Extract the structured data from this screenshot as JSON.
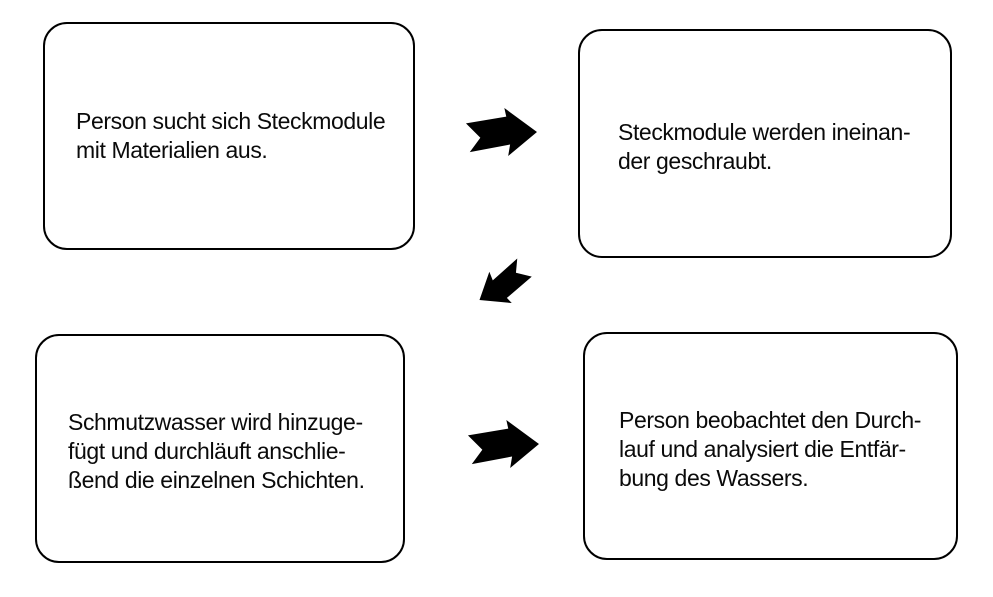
{
  "canvas": {
    "background_color": "#ffffff",
    "ink_color": "#000000"
  },
  "flowchart": {
    "boxes": [
      {
        "id": "step-1",
        "lines": [
          "Person sucht sich Steckmodule",
          "mit Materialien aus."
        ]
      },
      {
        "id": "step-2",
        "lines": [
          "Steckmodule werden ineinan-",
          "der geschraubt."
        ]
      },
      {
        "id": "step-3",
        "lines": [
          "Schmutzwasser wird hinzuge-",
          "fügt und durchläuft anschlie-",
          "ßend die einzelnen Schichten."
        ]
      },
      {
        "id": "step-4",
        "lines": [
          "Person beobachtet den Durch-",
          "lauf und analysiert die Entfär-",
          "bung des Wassers."
        ]
      }
    ],
    "arrows": [
      {
        "id": "arrow-1",
        "direction": "right",
        "from": "step-1",
        "to": "step-2"
      },
      {
        "id": "arrow-2",
        "direction": "down-left",
        "from": "step-2",
        "to": "step-3"
      },
      {
        "id": "arrow-3",
        "direction": "right",
        "from": "step-3",
        "to": "step-4"
      }
    ]
  }
}
